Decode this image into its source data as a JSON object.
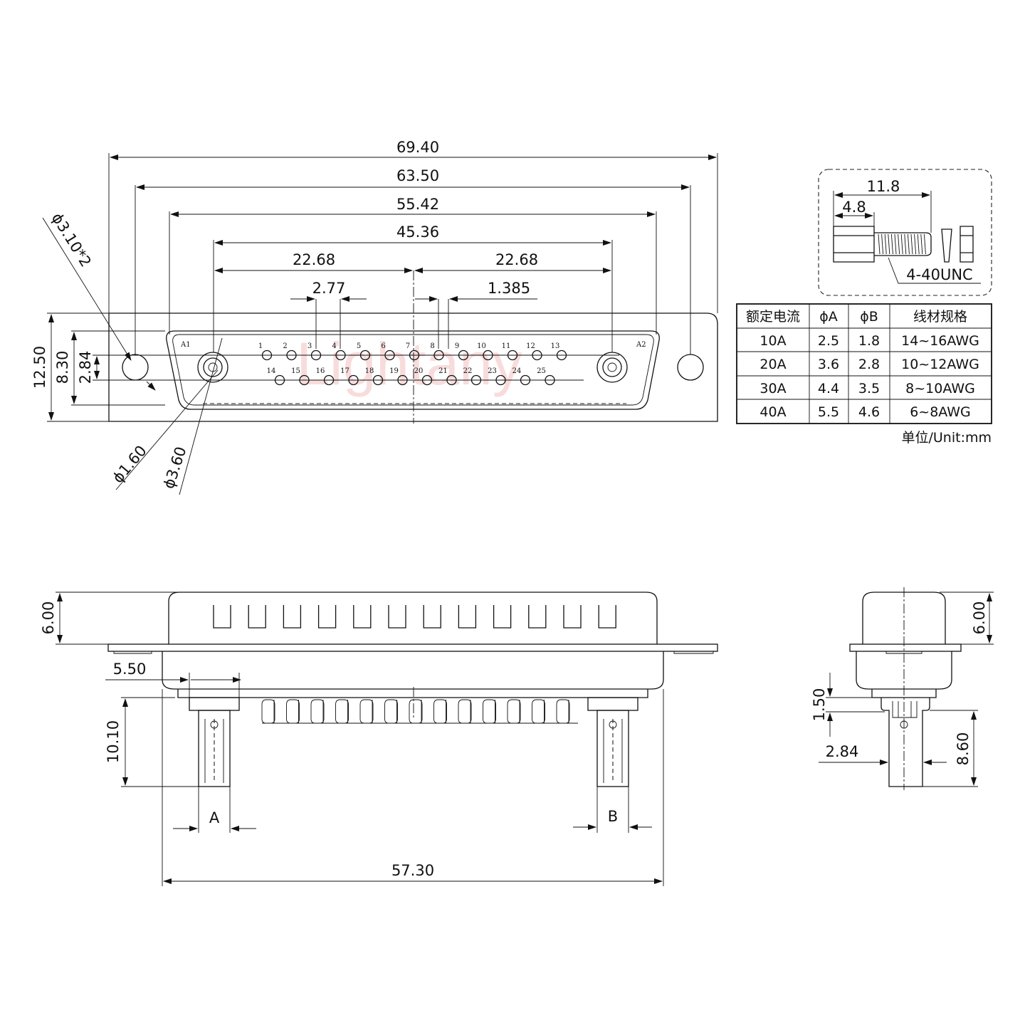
{
  "watermark": "Lightany",
  "front_view": {
    "dims": {
      "overall_width": "69.40",
      "mount_hole_pitch": "63.50",
      "shell_width": "55.42",
      "power_pin_pitch": "45.36",
      "half_left": "22.68",
      "half_right": "22.68",
      "signal_pitch": "2.77",
      "signal_offset": "1.385",
      "height": "12.50",
      "shell_height": "8.30",
      "row_pitch": "2.84",
      "mount_hole_dia": "ϕ3.10*2",
      "signal_pin_dia": "ϕ1.60",
      "power_pin_dia": "ϕ3.60"
    },
    "power_labels": [
      "A1",
      "A2"
    ],
    "top_row_pins": [
      "1",
      "2",
      "3",
      "4",
      "5",
      "6",
      "7",
      "8",
      "9",
      "10",
      "11",
      "12",
      "13"
    ],
    "bottom_row_pins": [
      "14",
      "15",
      "16",
      "17",
      "18",
      "19",
      "20",
      "21",
      "22",
      "23",
      "24",
      "25"
    ]
  },
  "side_view": {
    "dims": {
      "shell_height": "6.00",
      "contact_offset": "5.50",
      "tail_length": "10.10",
      "contact_a": "A",
      "contact_b": "B",
      "tail_span": "57.30"
    }
  },
  "end_view": {
    "dims": {
      "shell_height": "6.00",
      "standoff": "1.50",
      "row_pitch": "2.84",
      "tail_length": "8.60"
    }
  },
  "screw_detail": {
    "length": "11.8",
    "hex_length": "4.8",
    "thread": "4-40UNC"
  },
  "table": {
    "headers": [
      "额定电流",
      "ϕA",
      "ϕB",
      "线材规格"
    ],
    "rows": [
      [
        "10A",
        "2.5",
        "1.8",
        "14~16AWG"
      ],
      [
        "20A",
        "3.6",
        "2.8",
        "10~12AWG"
      ],
      [
        "30A",
        "4.4",
        "3.5",
        "8~10AWG"
      ],
      [
        "40A",
        "5.5",
        "4.6",
        "6~8AWG"
      ]
    ],
    "unit": "单位/Unit:mm"
  }
}
